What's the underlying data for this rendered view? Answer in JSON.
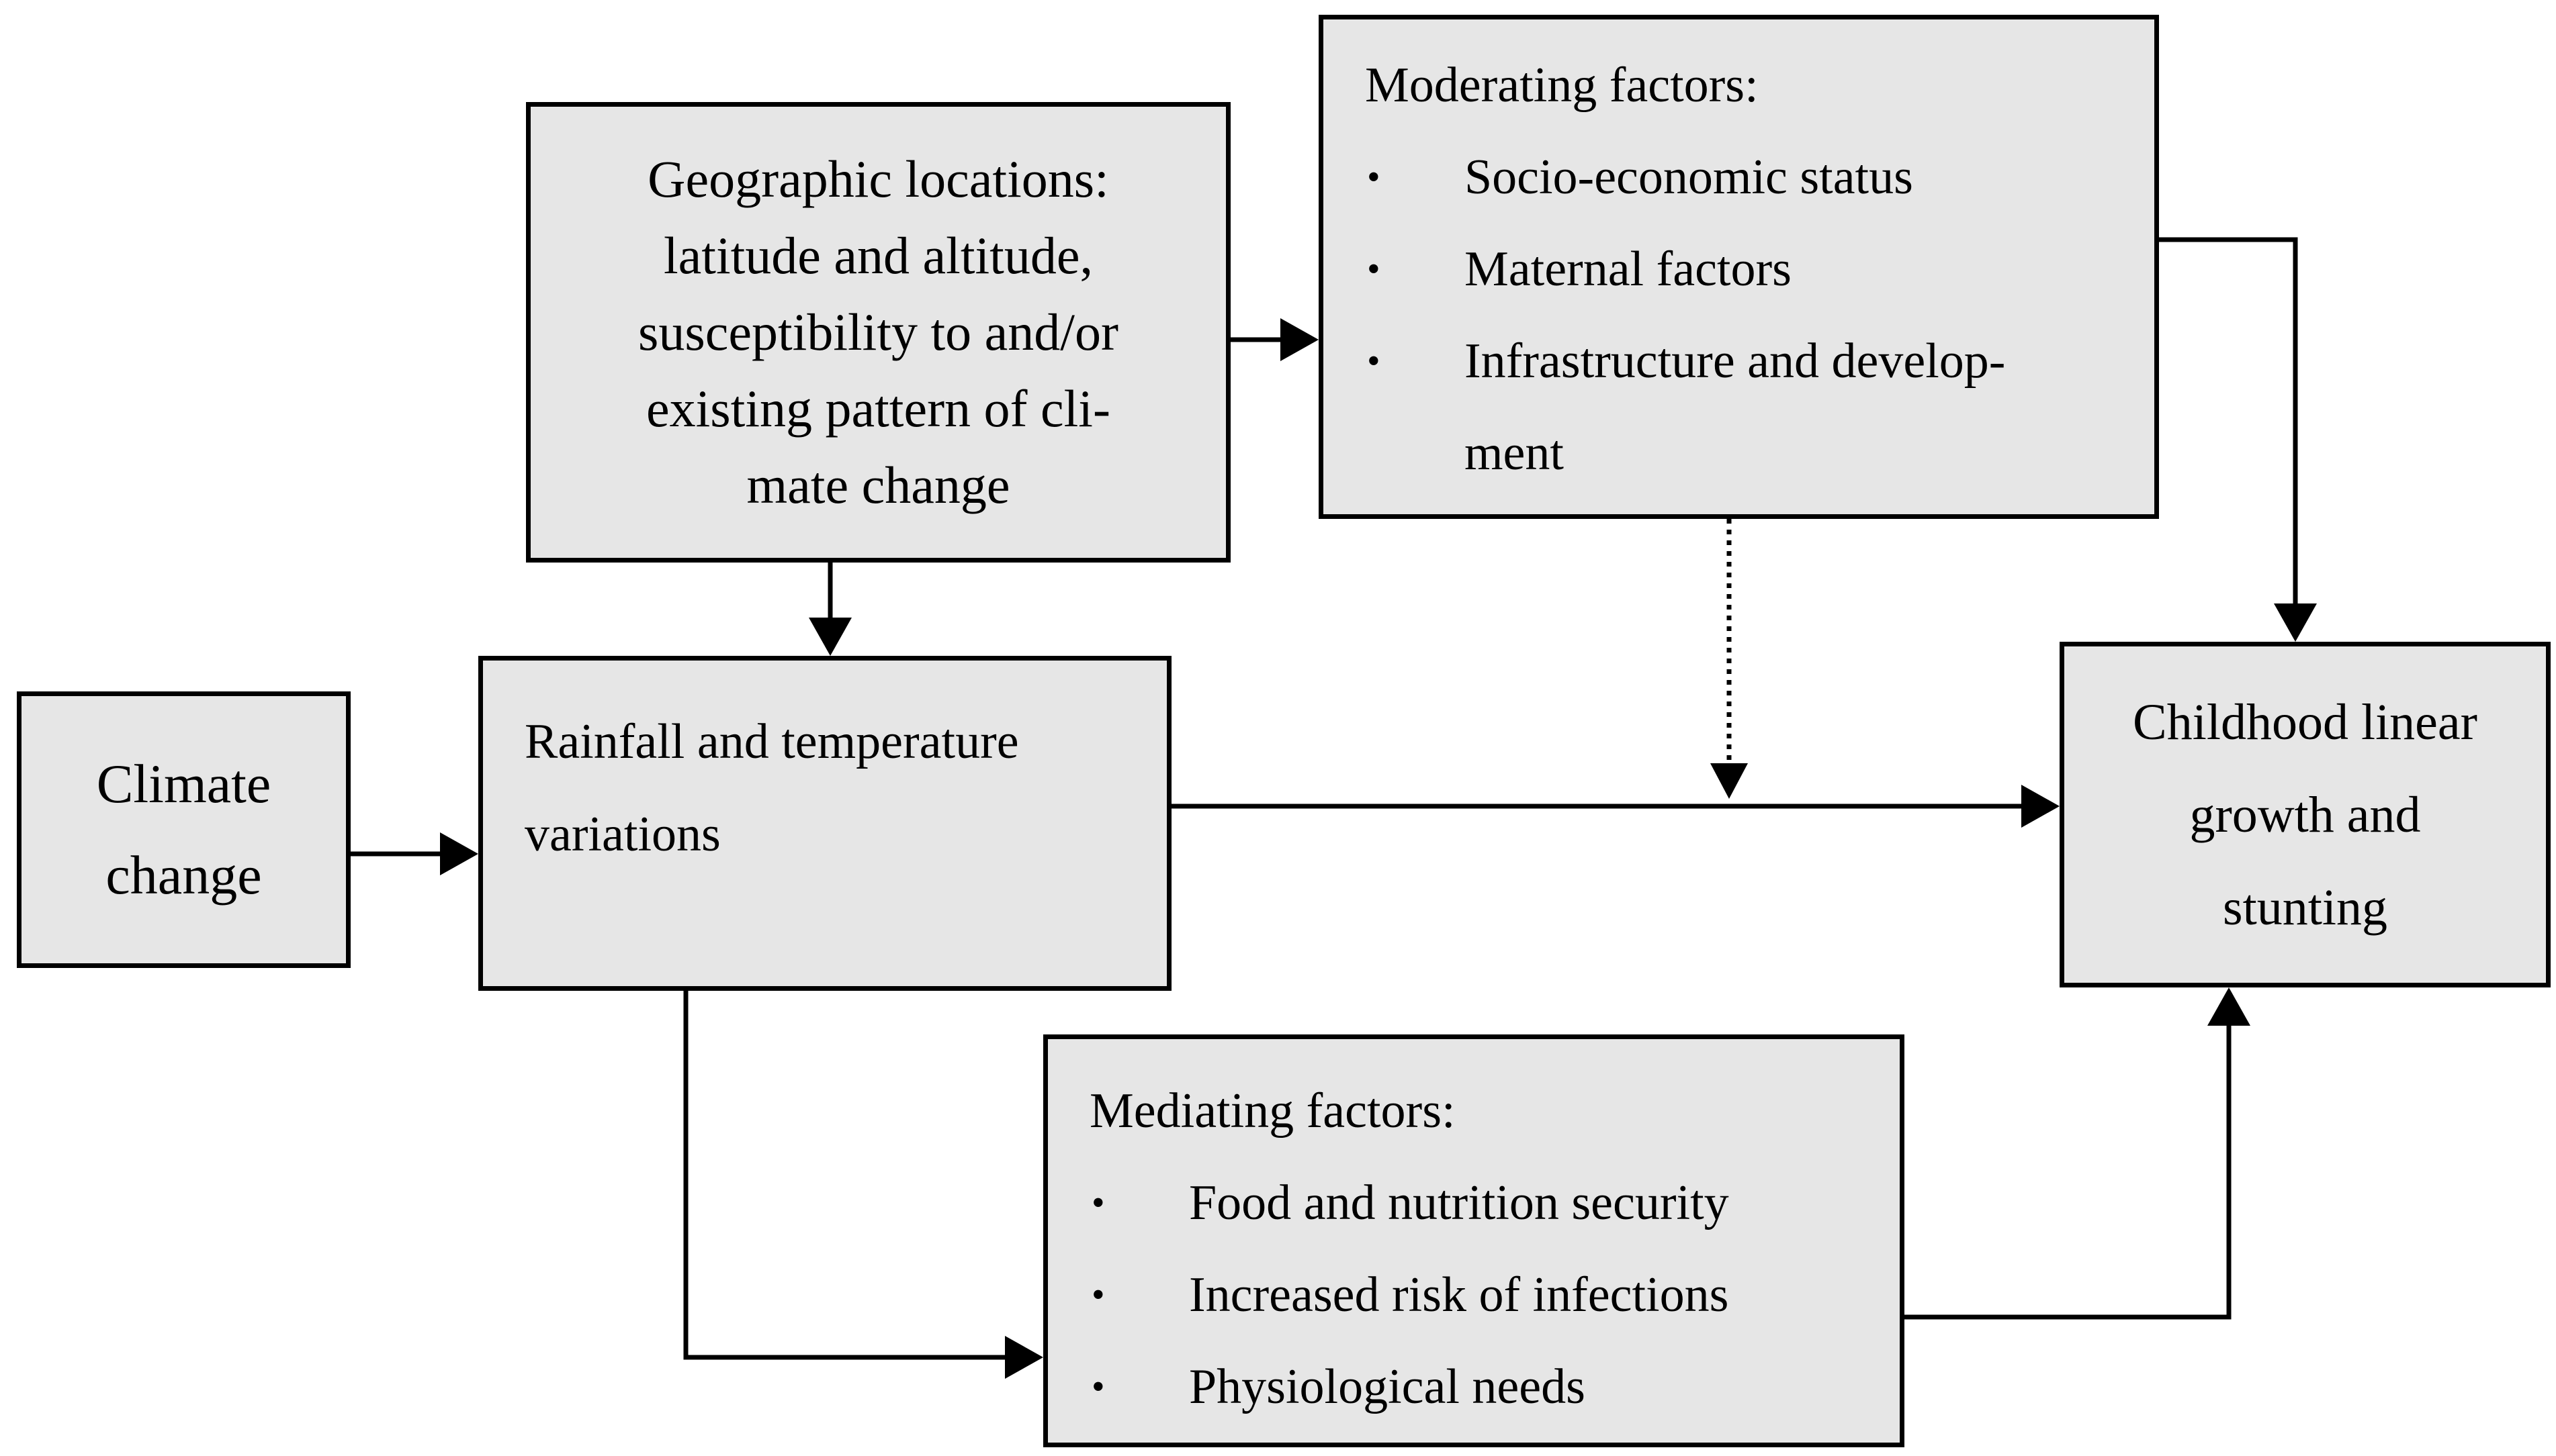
{
  "nodes": {
    "climate": {
      "text": "Climate\nchange"
    },
    "geographic": {
      "text": "Geographic locations:\nlatitude and altitude,\nsusceptibility to and/or\nexisting pattern of cli-\nmate change"
    },
    "rainfall": {
      "text": "Rainfall and temperature\nvariations"
    },
    "moderating": {
      "title": "Moderating factors:",
      "bullet": "•",
      "items": [
        "Socio-economic status",
        "Maternal factors",
        "Infrastructure and develop-",
        "ment"
      ]
    },
    "outcome": {
      "text": "Childhood linear\ngrowth and\nstunting"
    },
    "mediating": {
      "title": "Mediating factors:",
      "bullet": "•",
      "items": [
        "Food and nutrition security",
        "Increased risk of infections",
        "Physiological needs"
      ]
    }
  },
  "edges": [
    {
      "from": "climate",
      "to": "rainfall",
      "style": "solid"
    },
    {
      "from": "geographic",
      "to": "rainfall",
      "style": "solid"
    },
    {
      "from": "geographic",
      "to": "moderating",
      "style": "solid"
    },
    {
      "from": "moderating",
      "to": "outcome",
      "style": "solid"
    },
    {
      "from": "rainfall",
      "to": "outcome",
      "style": "solid"
    },
    {
      "from": "moderating",
      "to": "rainfall-outcome-link",
      "style": "dotted"
    },
    {
      "from": "rainfall",
      "to": "mediating",
      "style": "solid"
    },
    {
      "from": "mediating",
      "to": "outcome",
      "style": "solid"
    }
  ],
  "colors": {
    "box_fill": "#e6e6e6",
    "stroke": "#000000",
    "background": "#ffffff"
  }
}
